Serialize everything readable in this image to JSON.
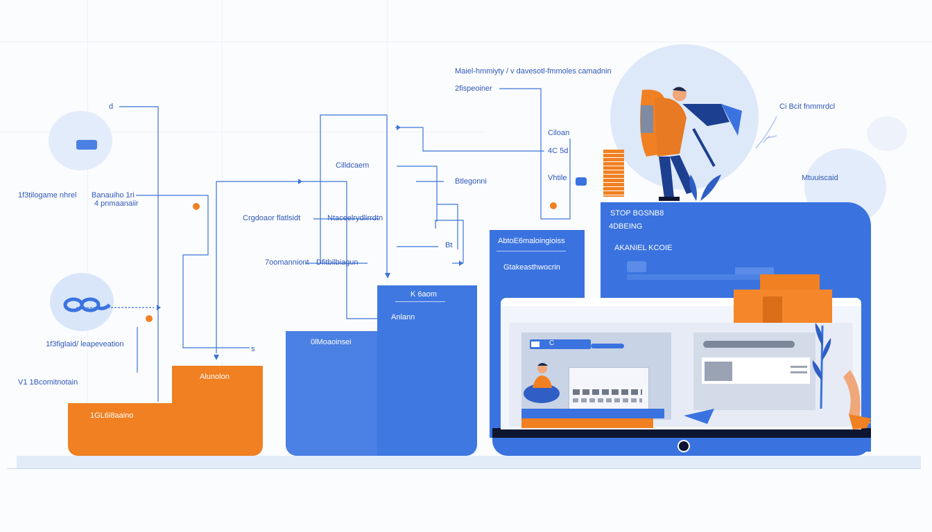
{
  "labels": {
    "header_line1": "Maiel-hmmiyty / v davesotl-fmmoles camadnin",
    "header_line2": "2fispeoiner",
    "right_top": "Ci Bcit fnmmrdcl",
    "right_mid": "Mtuuiscaid",
    "left_a": "d",
    "left_b1": "1f3tilogame nhrel",
    "left_b2": "Banauiho 1ri",
    "left_b3": "4 pnmaanaiir",
    "left_c": "1f3figlaid/ leapeveation",
    "left_d": "V1 1Bcomitnotain",
    "mid_1": "Cilldcaem",
    "mid_2": "Crgdoaor flatlsidt",
    "mid_3": "Ntaceelrydlirrdtn",
    "mid_4": "7oomanniont",
    "mid_5": "Dfitbilbiagun",
    "mid_6": "Btlegonni",
    "mid_7": "Bt",
    "top_1": "Ciloan",
    "top_2": "4C 5d",
    "top_3": "Vhtile",
    "side_s": "s",
    "orange_block1": "Alunolon",
    "orange_block2": "1GL6i8aaino",
    "blue_block_top": "K 6aom",
    "blue_block_sub": "Anlann",
    "blue_block_main": "0lMoaoinsei",
    "panel_small_1": "AbtoE6maloingioiss",
    "panel_small_2": "Gtakeasthwocrin",
    "panel_large_1": "STOP BGSNB8",
    "panel_large_2": "4DBEING",
    "panel_large_3": "AKANIEL KCOIE",
    "window_chip": "C"
  },
  "icons": [
    "person-worker-icon",
    "leaf-plant-icon",
    "cloud-icon",
    "link-chain-icon",
    "person-reading-icon",
    "brush-icon",
    "camera-icon"
  ],
  "colors": {
    "accent_blue": "#3f78e0",
    "accent_orange": "#f08022",
    "line_blue": "#3a74d8",
    "bg": "#fbfcfe"
  }
}
